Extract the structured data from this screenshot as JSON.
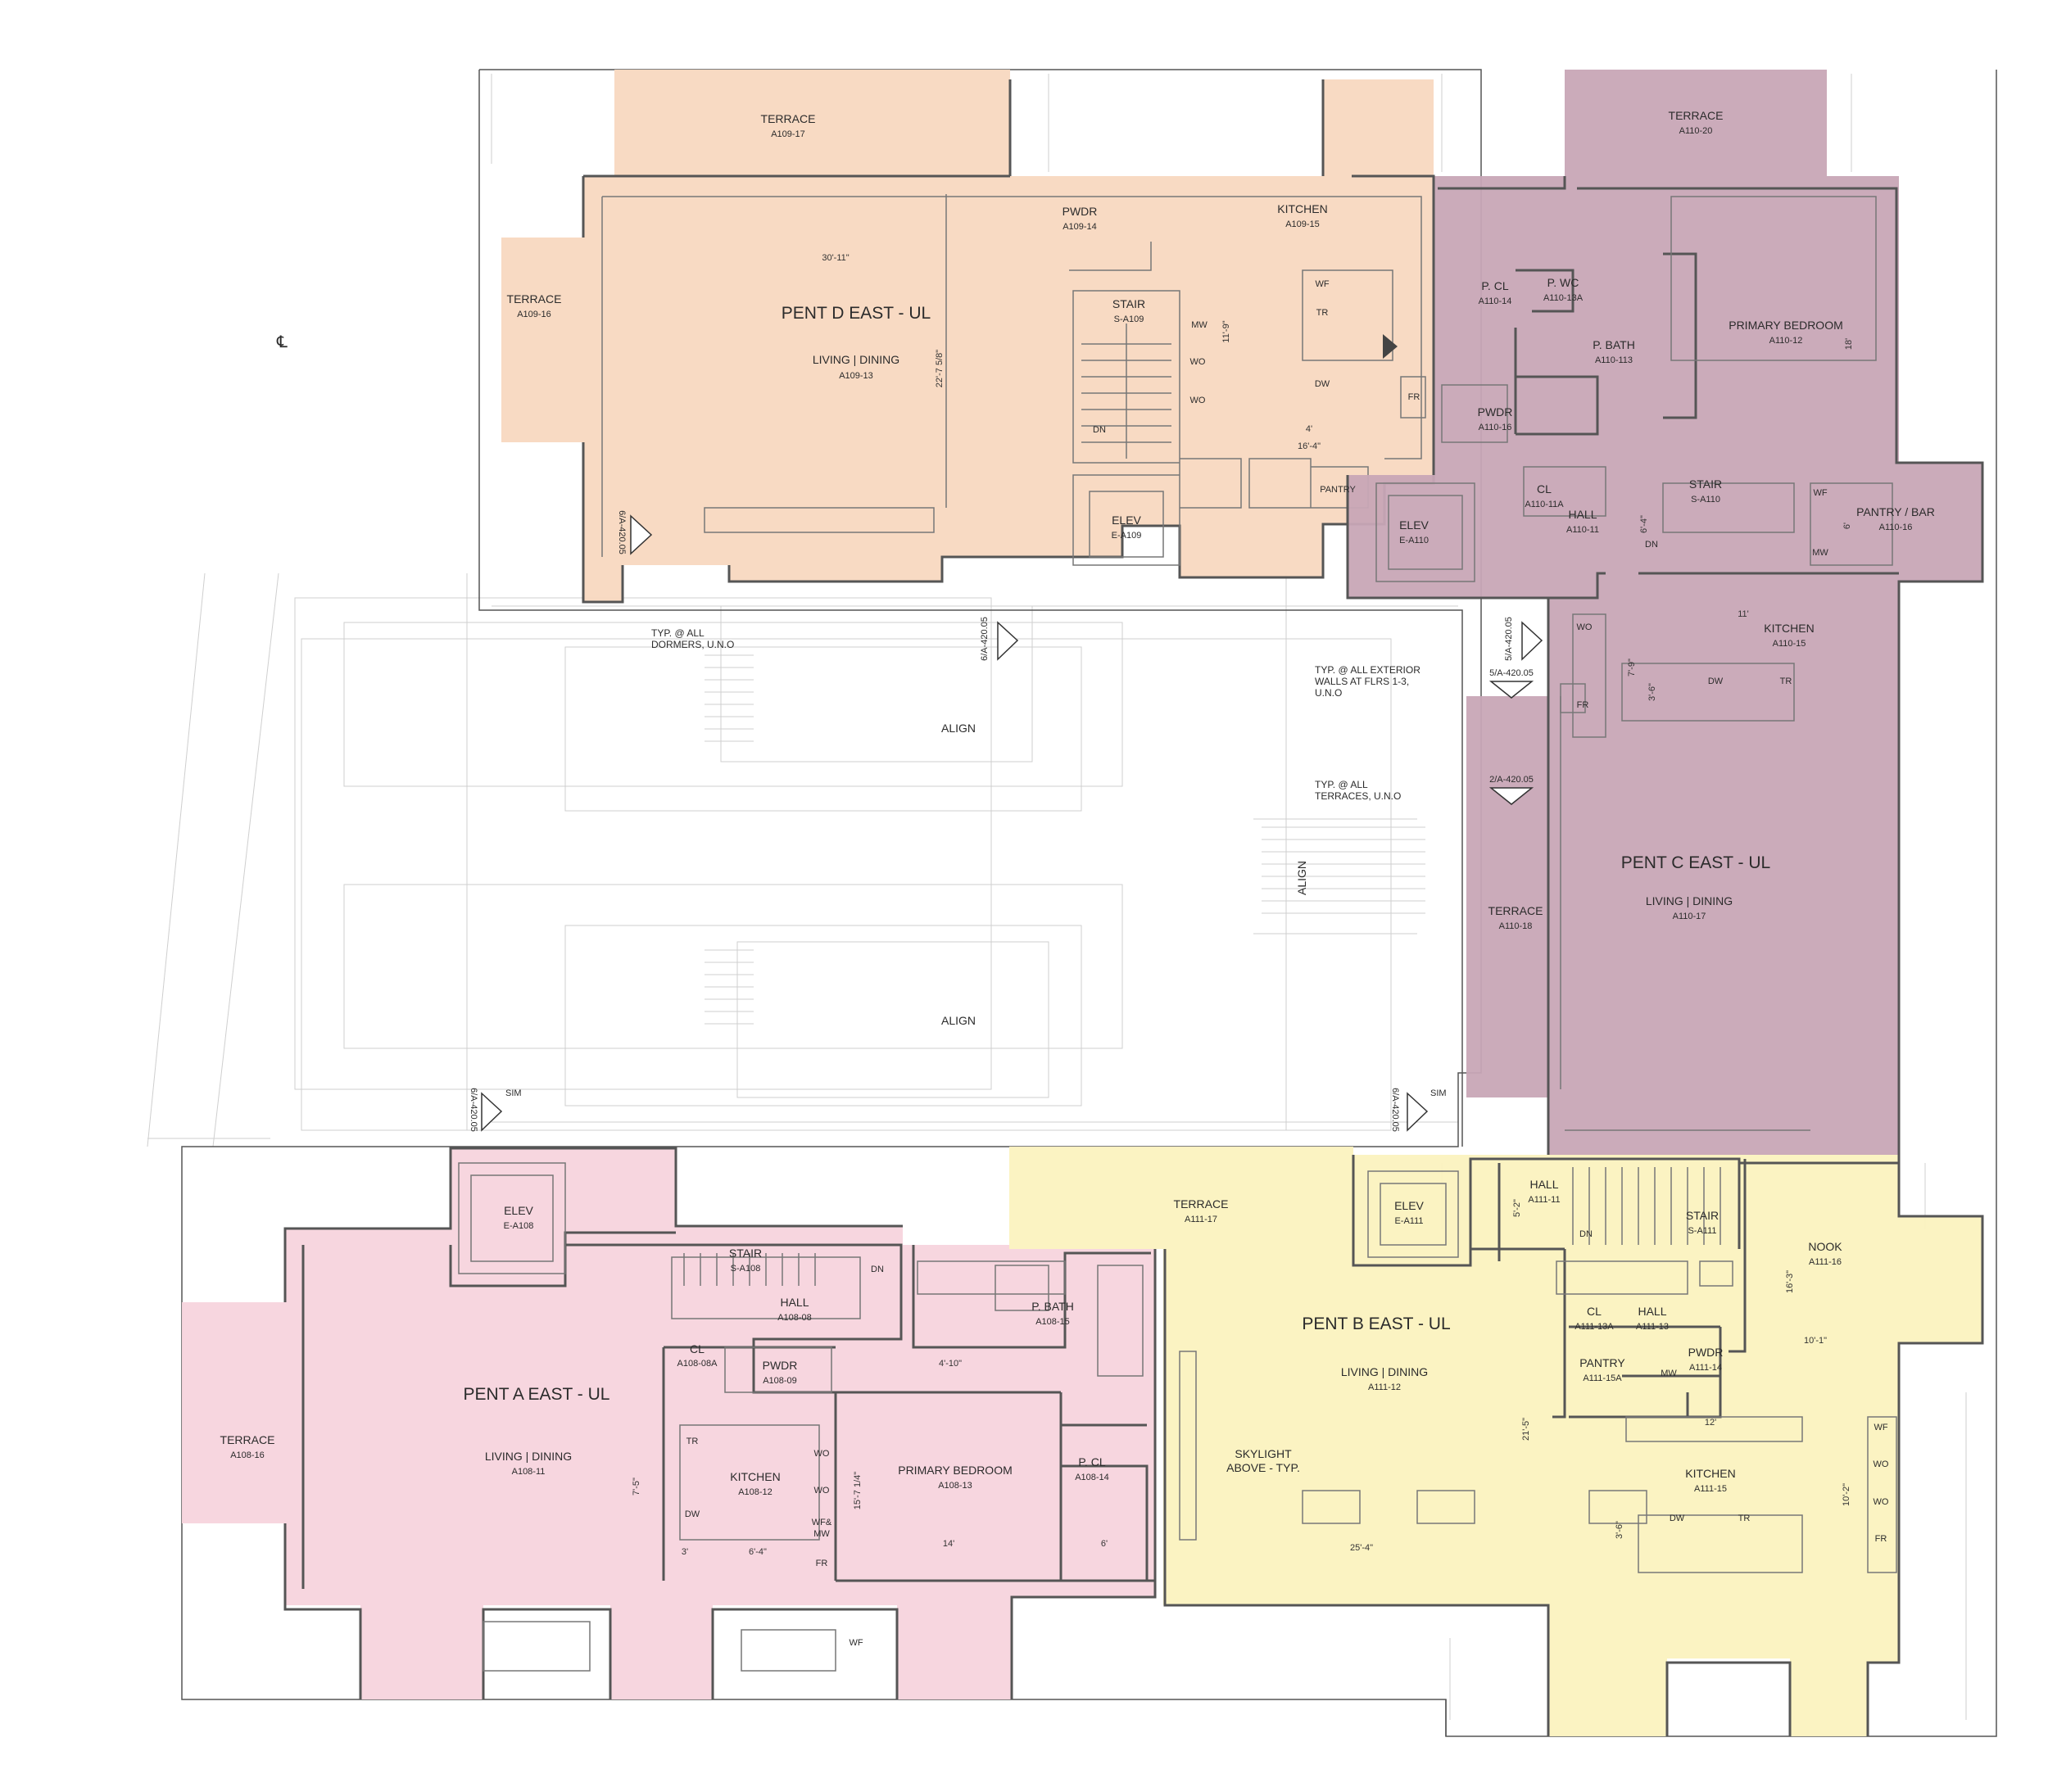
{
  "colors": {
    "pent_d": "#f8d8c0",
    "pent_c": "#c8a6b6",
    "pent_a": "#f7d4dd",
    "pent_b": "#fbf2bf",
    "wall": "#555555",
    "ghost": "#cfcfcf"
  },
  "centerline": "℄",
  "units": {
    "pent_d": {
      "title": "PENT D EAST - UL",
      "rooms": [
        {
          "name": "TERRACE",
          "code": "A109-17"
        },
        {
          "name": "TERRACE",
          "code": "A109-16"
        },
        {
          "name": "LIVING | DINING",
          "code": "A109-13"
        },
        {
          "name": "PWDR",
          "code": "A109-14"
        },
        {
          "name": "KITCHEN",
          "code": "A109-15"
        },
        {
          "name": "STAIR",
          "code": "S-A109"
        },
        {
          "name": "ELEV",
          "code": "E-A109"
        }
      ],
      "labels": [
        "MW",
        "WO",
        "WO",
        "WF",
        "TR",
        "DW",
        "FR",
        "PANTRY",
        "DN"
      ],
      "dims": [
        "30'-11\"",
        "22'-7 5/8\"",
        "11'-9\"",
        "4'",
        "16'-4\""
      ]
    },
    "pent_c": {
      "title": "PENT C EAST - UL",
      "rooms": [
        {
          "name": "TERRACE",
          "code": "A110-20"
        },
        {
          "name": "P. CL",
          "code": "A110-14"
        },
        {
          "name": "P. WC",
          "code": "A110-13A"
        },
        {
          "name": "PRIMARY BEDROOM",
          "code": "A110-12"
        },
        {
          "name": "P. BATH",
          "code": "A110-113"
        },
        {
          "name": "PWDR",
          "code": "A110-16"
        },
        {
          "name": "CL",
          "code": "A110-11A"
        },
        {
          "name": "STAIR",
          "code": "S-A110"
        },
        {
          "name": "HALL",
          "code": "A110-11"
        },
        {
          "name": "PANTRY / BAR",
          "code": "A110-16"
        },
        {
          "name": "ELEV",
          "code": "E-A110"
        },
        {
          "name": "KITCHEN",
          "code": "A110-15"
        },
        {
          "name": "LIVING | DINING",
          "code": "A110-17"
        },
        {
          "name": "TERRACE",
          "code": "A110-18"
        }
      ],
      "labels": [
        "WF",
        "MW",
        "DN",
        "WO",
        "FR",
        "DW",
        "TR"
      ],
      "dims": [
        "18'",
        "6'-4\"",
        "6'",
        "11'",
        "7'-9\"",
        "3'-6\""
      ]
    },
    "pent_a": {
      "title": "PENT A EAST - UL",
      "rooms": [
        {
          "name": "ELEV",
          "code": "E-A108"
        },
        {
          "name": "STAIR",
          "code": "S-A108"
        },
        {
          "name": "HALL",
          "code": "A108-08"
        },
        {
          "name": "CL",
          "code": "A108-08A"
        },
        {
          "name": "PWDR",
          "code": "A108-09"
        },
        {
          "name": "P. BATH",
          "code": "A108-15"
        },
        {
          "name": "TERRACE",
          "code": "A108-16"
        },
        {
          "name": "LIVING | DINING",
          "code": "A108-11"
        },
        {
          "name": "KITCHEN",
          "code": "A108-12"
        },
        {
          "name": "PRIMARY BEDROOM",
          "code": "A108-13"
        },
        {
          "name": "P. CL",
          "code": "A108-14"
        }
      ],
      "labels": [
        "DN",
        "TR",
        "DW",
        "WO",
        "WO",
        "WF&",
        "MW",
        "FR",
        "WF"
      ],
      "dims": [
        "4'-10\"",
        "7'-5\"",
        "15'-7 1/4\"",
        "3'",
        "6'-4\"",
        "14'",
        "6'"
      ]
    },
    "pent_b": {
      "title": "PENT B EAST - UL",
      "rooms": [
        {
          "name": "TERRACE",
          "code": "A111-17"
        },
        {
          "name": "ELEV",
          "code": "E-A111"
        },
        {
          "name": "HALL",
          "code": "A111-11"
        },
        {
          "name": "STAIR",
          "code": "S-A111"
        },
        {
          "name": "NOOK",
          "code": "A111-16"
        },
        {
          "name": "CL",
          "code": "A111-13A"
        },
        {
          "name": "HALL",
          "code": "A111-13"
        },
        {
          "name": "PANTRY",
          "code": "A111-15A"
        },
        {
          "name": "PWDR",
          "code": "A111-14"
        },
        {
          "name": "LIVING | DINING",
          "code": "A111-12"
        },
        {
          "name": "KITCHEN",
          "code": "A111-15"
        }
      ],
      "labels": [
        "DN",
        "MW",
        "WF",
        "WO",
        "WO",
        "FR",
        "DW",
        "TR"
      ],
      "skylight": [
        "SKYLIGHT",
        "ABOVE - TYP."
      ],
      "dims": [
        "5'-2\"",
        "16'-3\"",
        "10'-1\"",
        "12'",
        "21'-5\"",
        "10'-2\"",
        "3'-6\"",
        "25'-4\""
      ]
    }
  },
  "notes": {
    "dormers": [
      "TYP. @ ALL",
      "DORMERS, U.N.O"
    ],
    "exterior_walls": [
      "TYP. @ ALL EXTERIOR",
      "WALLS AT FLRS 1-3,",
      "U.N.O"
    ],
    "terraces": [
      "TYP. @ ALL",
      "TERRACES, U.N.O"
    ],
    "align": [
      "ALIGN",
      "ALIGN",
      "ALIGN"
    ]
  },
  "section_tags": [
    "6/A-420.05",
    "6/A-420.05",
    "5/A-420.05",
    "5/A-420.05",
    "2/A-420.05",
    "6/A-420.05",
    "6/A-420.05"
  ],
  "sim": [
    "SIM",
    "SIM"
  ]
}
